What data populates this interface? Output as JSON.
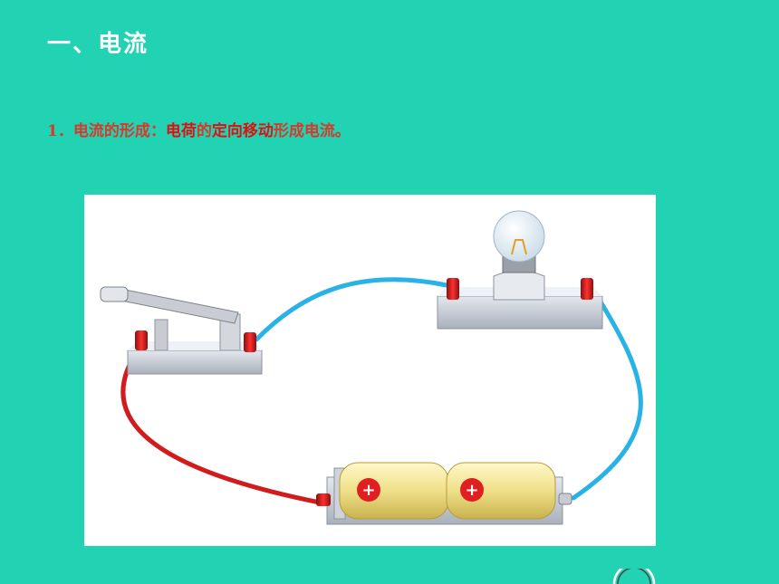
{
  "slide": {
    "title": "一、电流",
    "point": {
      "number": "1．",
      "term": "电流的形成：",
      "subject": "电荷",
      "particle": "的",
      "key": "定向移动",
      "rest": "形成电流。"
    }
  },
  "colors": {
    "background": "#21d3b3",
    "title": "#ffffff",
    "accent_text": "#d63a2a",
    "highlight_text": "#e01010",
    "wire_blue": "#29b2e6",
    "wire_red": "#d01c1c",
    "battery_yellow": "#f0e08a"
  },
  "figure": {
    "battery_cells": [
      {
        "symbol": "+"
      },
      {
        "symbol": "+"
      }
    ],
    "components": [
      "switch",
      "lamp",
      "battery",
      "wires"
    ]
  }
}
